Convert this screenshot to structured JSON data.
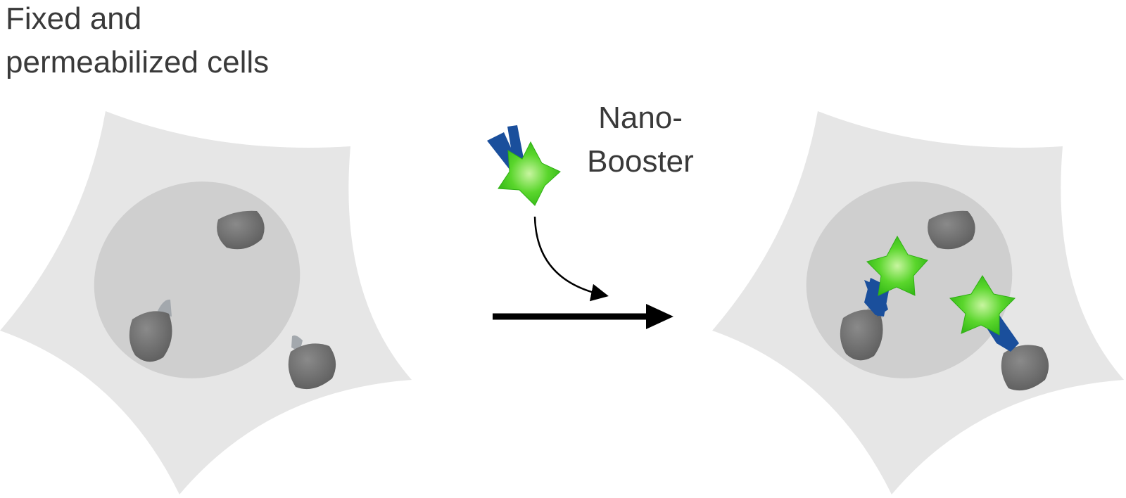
{
  "labels": {
    "sample_line1": "Fixed and",
    "sample_line2": "permeabilized cells",
    "reagent_line1": "Nano-",
    "reagent_line2": "Booster"
  },
  "colors": {
    "cytoplasm": "#e6e6e6",
    "nucleus": "#cfcfcf",
    "target": "#6e6e6e",
    "tag": "#a3a8ad",
    "nanobody": "#1a4f9c",
    "fluorophore": "#44c420",
    "fluorophore_center": "#b6f08c",
    "arrow": "#000000",
    "text": "#3a3a3a"
  }
}
